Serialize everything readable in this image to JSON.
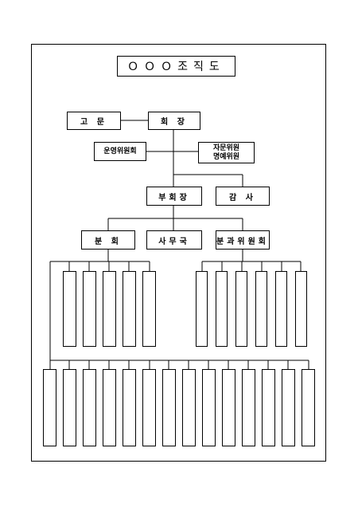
{
  "title": "ＯＯＯ조직도",
  "nodes": {
    "advisor": "고 문",
    "chairman": "회 장",
    "operating_committee": "운영위원회",
    "consulting_committee": "자문위원\n명예위원",
    "vice_chairman": "부회장",
    "auditor": "감 사",
    "branch": "분 회",
    "secretariat": "사무국",
    "subcommittee": "분과위원회"
  }
}
